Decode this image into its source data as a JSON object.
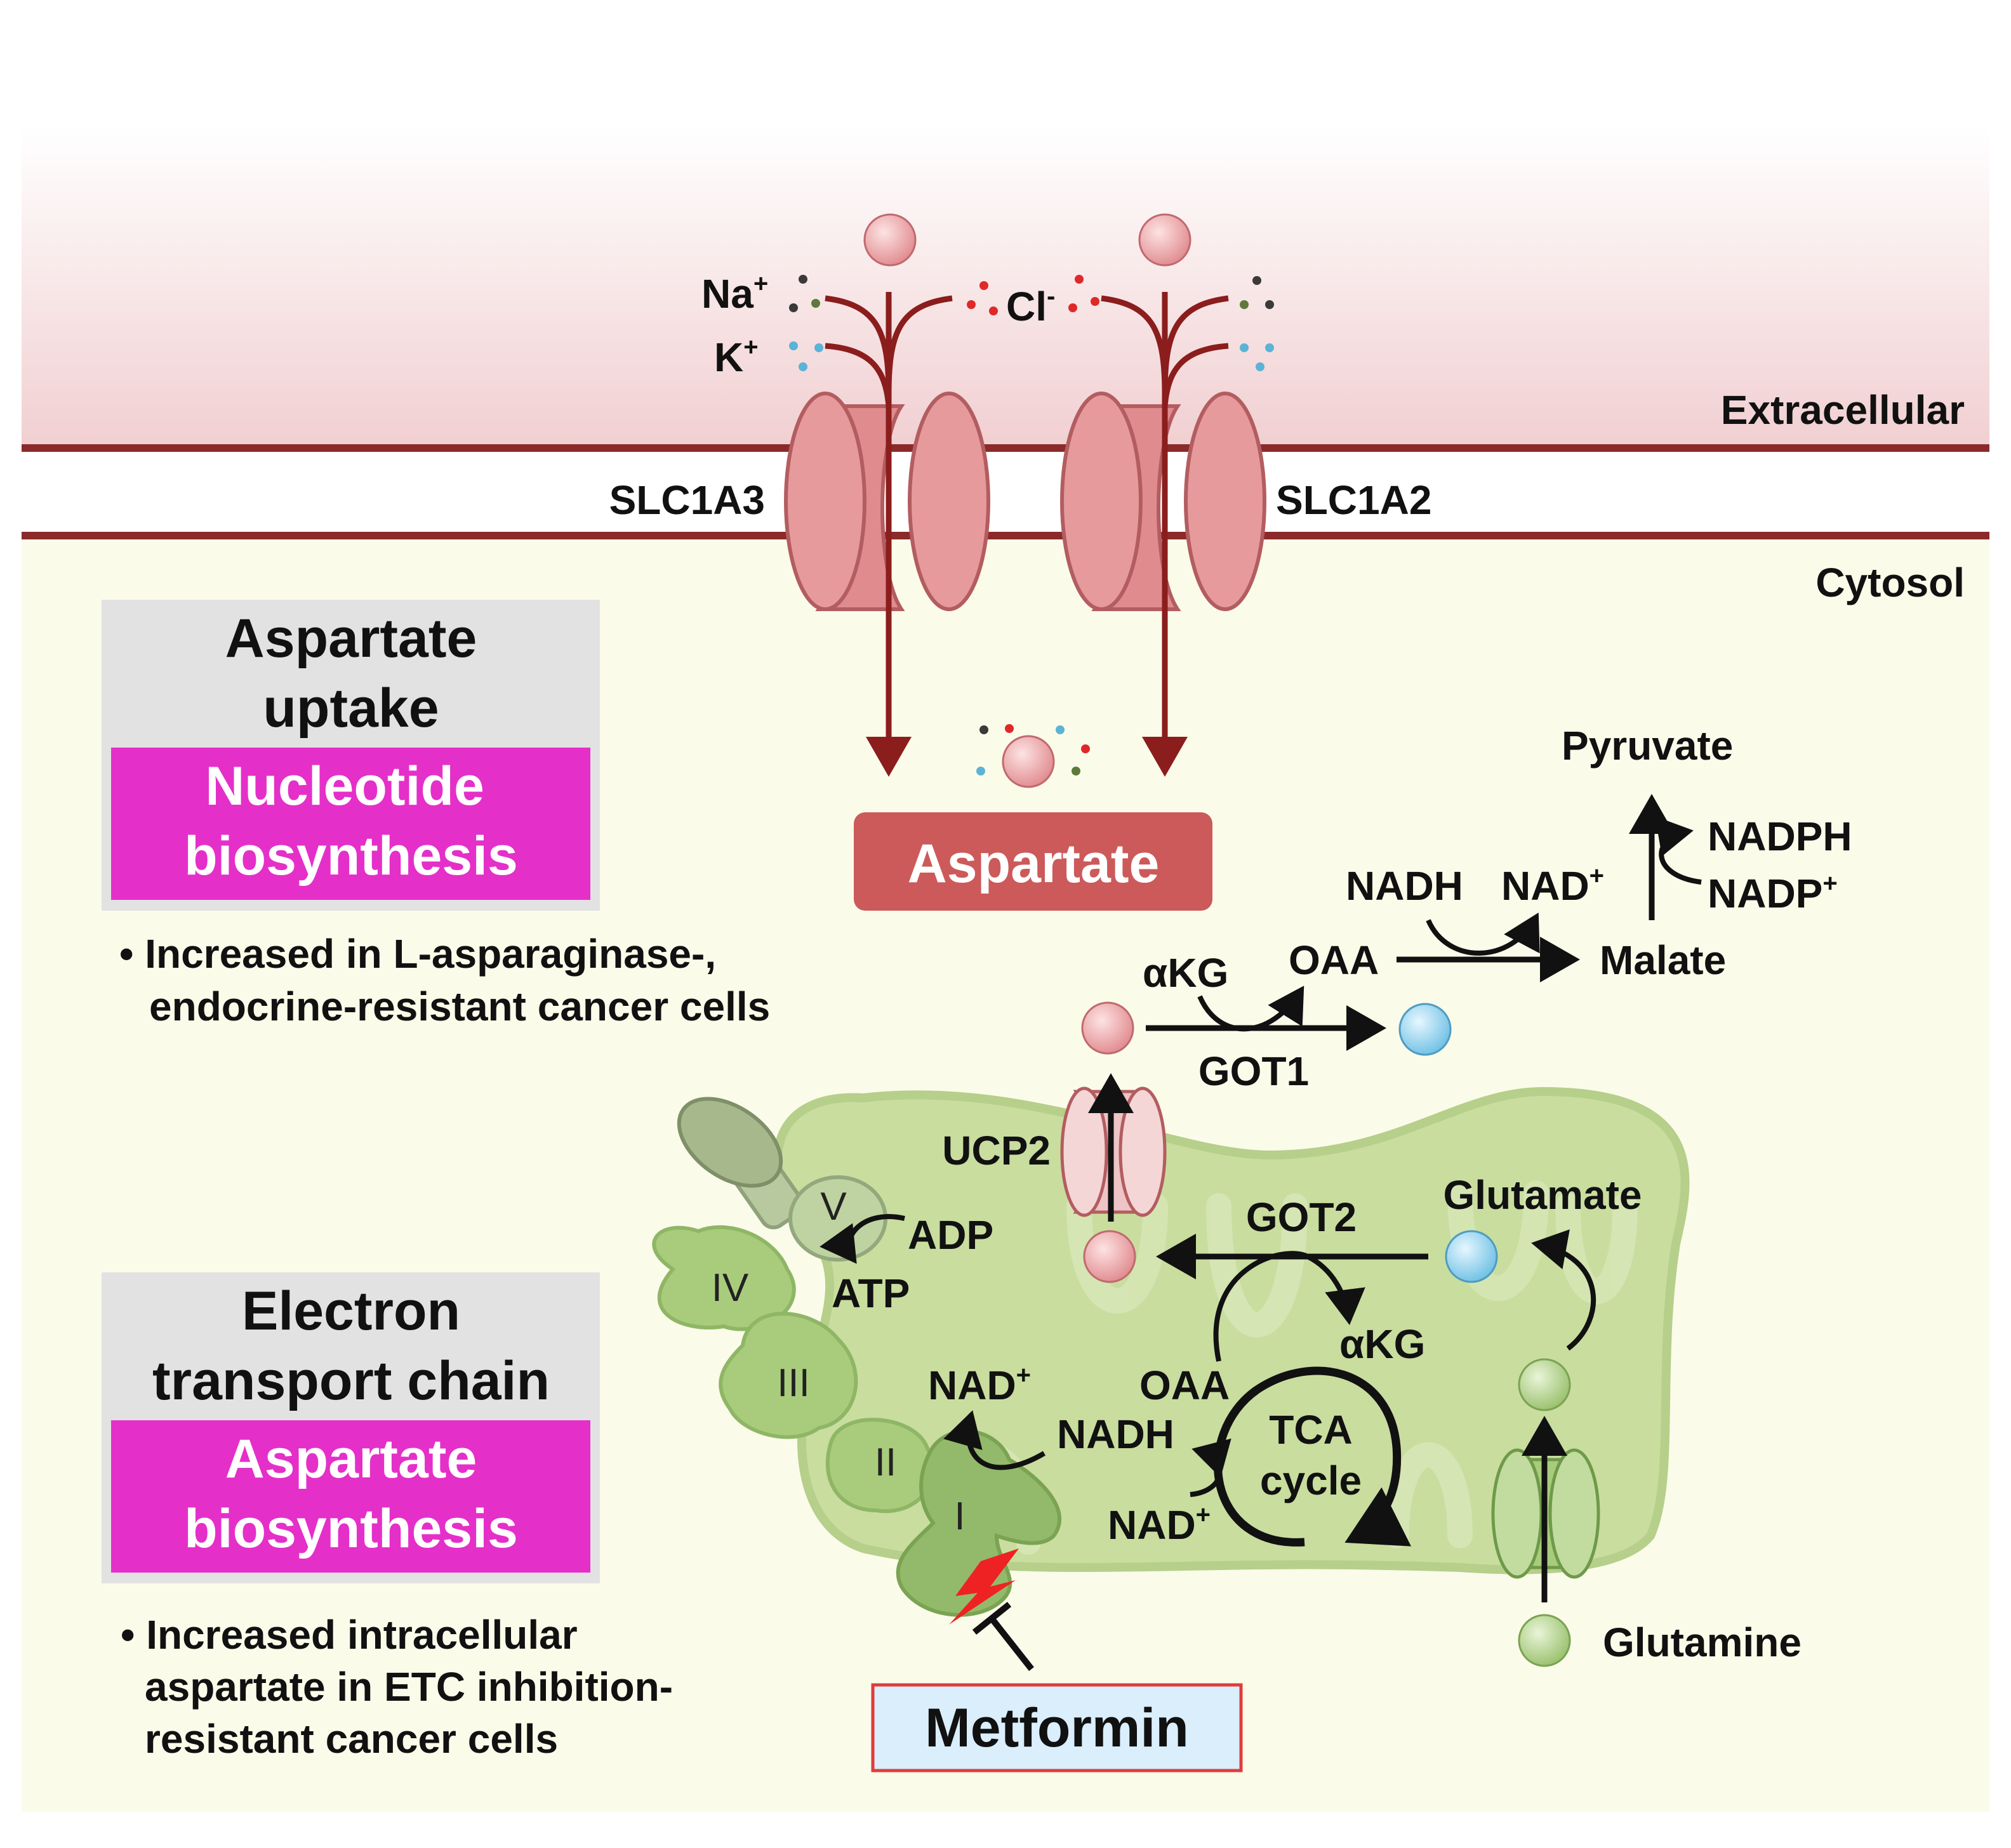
{
  "regions": {
    "extracellular": "Extracellular",
    "cytosol": "Cytosol"
  },
  "transporters": {
    "left": "SLC1A3",
    "right": "SLC1A2",
    "ucp2": "UCP2"
  },
  "ions": {
    "na": "Na",
    "na_sup": "+",
    "k": "K",
    "k_sup": "+",
    "cl": "Cl",
    "cl_sup": "-"
  },
  "aspartate_box": "Aspartate",
  "box1": {
    "title_line1": "Aspartate",
    "title_line2": "uptake",
    "pink_line1": "Nucleotide",
    "pink_line2": "biosynthesis"
  },
  "box1_bullet": {
    "line1": "• Increased in L-asparaginase-,",
    "line2": "endocrine-resistant cancer cells"
  },
  "box2": {
    "title_line1": "Electron",
    "title_line2": "transport chain",
    "pink_line1": "Aspartate",
    "pink_line2": "biosynthesis"
  },
  "box2_bullet": {
    "line1": "• Increased intracellular",
    "line2": "aspartate in ETC inhibition-",
    "line3": "resistant cancer cells"
  },
  "metabolites": {
    "pyruvate": "Pyruvate",
    "nadph": "NADPH",
    "nadp": "NADP",
    "nadp_sup": "+",
    "nadh_top": "NADH",
    "nad_top": "NAD",
    "nad_sup": "+",
    "akg_cyto": "αKG",
    "oaa_cyto": "OAA",
    "malate": "Malate",
    "glutamate": "Glutamate",
    "glutamine": "Glutamine",
    "akg_mito": "αKG",
    "oaa_mito": "OAA",
    "nadh_mito": "NADH",
    "nad_mito_left": "NAD",
    "nad_mito_right": "NAD",
    "adp": "ADP",
    "atp": "ATP"
  },
  "enzymes": {
    "got1": "GOT1",
    "got2": "GOT2"
  },
  "tca": {
    "line1": "TCA",
    "line2": "cycle"
  },
  "complexes": {
    "I": "I",
    "II": "II",
    "III": "III",
    "IV": "IV",
    "V": "V"
  },
  "drug": "Metformin",
  "colors": {
    "membrane": "#8b2a2a",
    "transporter": "#e69a9c",
    "aspartate_box": "#cc5a5a",
    "pink_box": "#e52fc9",
    "title_box": "#e2e2e2",
    "mito": "#c9dd9f",
    "complex": "#a9cc7c",
    "cytosol": "#fbfbea",
    "metformin_box": "#daeefb",
    "ion_na": "#333333",
    "ion_k": "#5bb3d6",
    "ion_cl": "#e02828"
  }
}
